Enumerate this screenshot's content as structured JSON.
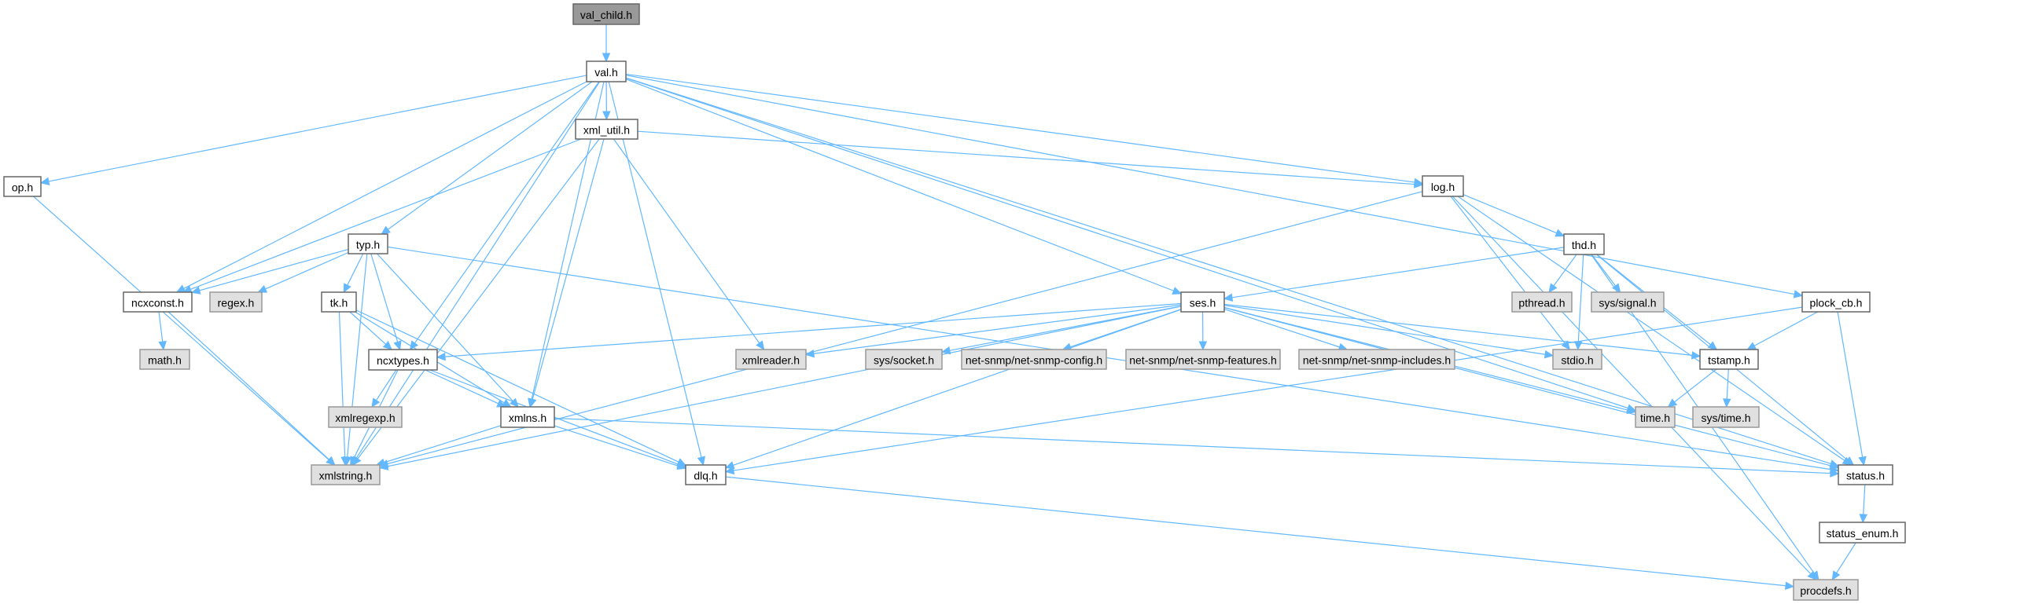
{
  "title": "val_child.h include dependency graph",
  "colors": {
    "edge": "#63b8ff",
    "root_fill": "#999999",
    "internal_fill": "#ffffff",
    "external_fill": "#e0e0e0"
  },
  "nodes": [
    {
      "id": "val_child",
      "label": "val_child.h",
      "kind": "root"
    },
    {
      "id": "val",
      "label": "val.h",
      "kind": "normal"
    },
    {
      "id": "xml_util",
      "label": "xml_util.h",
      "kind": "normal"
    },
    {
      "id": "op",
      "label": "op.h",
      "kind": "normal"
    },
    {
      "id": "log",
      "label": "log.h",
      "kind": "normal"
    },
    {
      "id": "typ",
      "label": "typ.h",
      "kind": "normal"
    },
    {
      "id": "thd",
      "label": "thd.h",
      "kind": "normal"
    },
    {
      "id": "ncxconst",
      "label": "ncxconst.h",
      "kind": "normal"
    },
    {
      "id": "regex",
      "label": "regex.h",
      "kind": "external"
    },
    {
      "id": "tk",
      "label": "tk.h",
      "kind": "normal"
    },
    {
      "id": "ses",
      "label": "ses.h",
      "kind": "normal"
    },
    {
      "id": "pthread",
      "label": "pthread.h",
      "kind": "external"
    },
    {
      "id": "syssignal",
      "label": "sys/signal.h",
      "kind": "external"
    },
    {
      "id": "plock_cb",
      "label": "plock_cb.h",
      "kind": "normal"
    },
    {
      "id": "math",
      "label": "math.h",
      "kind": "external"
    },
    {
      "id": "ncxtypes",
      "label": "ncxtypes.h",
      "kind": "normal"
    },
    {
      "id": "xmlreader",
      "label": "xmlreader.h",
      "kind": "external"
    },
    {
      "id": "syssocket",
      "label": "sys/socket.h",
      "kind": "external"
    },
    {
      "id": "nsconfig",
      "label": "net-snmp/net-snmp-config.h",
      "kind": "external"
    },
    {
      "id": "nsfeatures",
      "label": "net-snmp/net-snmp-features.h",
      "kind": "external"
    },
    {
      "id": "nsincludes",
      "label": "net-snmp/net-snmp-includes.h",
      "kind": "external"
    },
    {
      "id": "stdio",
      "label": "stdio.h",
      "kind": "external"
    },
    {
      "id": "tstamp",
      "label": "tstamp.h",
      "kind": "normal"
    },
    {
      "id": "xmlregexp",
      "label": "xmlregexp.h",
      "kind": "external"
    },
    {
      "id": "xmlns",
      "label": "xmlns.h",
      "kind": "normal"
    },
    {
      "id": "time",
      "label": "time.h",
      "kind": "external"
    },
    {
      "id": "systime",
      "label": "sys/time.h",
      "kind": "external"
    },
    {
      "id": "xmlstring",
      "label": "xmlstring.h",
      "kind": "external"
    },
    {
      "id": "dlq",
      "label": "dlq.h",
      "kind": "normal"
    },
    {
      "id": "status",
      "label": "status.h",
      "kind": "normal"
    },
    {
      "id": "status_enum",
      "label": "status_enum.h",
      "kind": "normal"
    },
    {
      "id": "procdefs",
      "label": "procdefs.h",
      "kind": "external"
    }
  ],
  "edges": [
    [
      "val_child",
      "val"
    ],
    [
      "val",
      "xml_util"
    ],
    [
      "val",
      "op"
    ],
    [
      "val",
      "log"
    ],
    [
      "val",
      "typ"
    ],
    [
      "val",
      "ncxconst"
    ],
    [
      "val",
      "ses"
    ],
    [
      "val",
      "plock_cb"
    ],
    [
      "val",
      "ncxtypes"
    ],
    [
      "val",
      "xmlns"
    ],
    [
      "val",
      "xmlstring"
    ],
    [
      "val",
      "dlq"
    ],
    [
      "val",
      "status"
    ],
    [
      "val",
      "time"
    ],
    [
      "xml_util",
      "log"
    ],
    [
      "xml_util",
      "ncxconst"
    ],
    [
      "xml_util",
      "xmlreader"
    ],
    [
      "xml_util",
      "xmlns"
    ],
    [
      "xml_util",
      "xmlstring"
    ],
    [
      "op",
      "xmlstring"
    ],
    [
      "log",
      "thd"
    ],
    [
      "log",
      "stdio"
    ],
    [
      "log",
      "status"
    ],
    [
      "log",
      "xmlstring"
    ],
    [
      "log",
      "procdefs"
    ],
    [
      "typ",
      "ncxconst"
    ],
    [
      "typ",
      "regex"
    ],
    [
      "typ",
      "tk"
    ],
    [
      "typ",
      "ncxtypes"
    ],
    [
      "typ",
      "xmlns"
    ],
    [
      "typ",
      "xmlstring"
    ],
    [
      "typ",
      "status"
    ],
    [
      "thd",
      "ses"
    ],
    [
      "thd",
      "pthread"
    ],
    [
      "thd",
      "syssignal"
    ],
    [
      "thd",
      "stdio"
    ],
    [
      "thd",
      "tstamp"
    ],
    [
      "thd",
      "status"
    ],
    [
      "thd",
      "procdefs"
    ],
    [
      "ncxconst",
      "math"
    ],
    [
      "ncxconst",
      "xmlstring"
    ],
    [
      "tk",
      "ncxtypes"
    ],
    [
      "tk",
      "xmlns"
    ],
    [
      "tk",
      "xmlstring"
    ],
    [
      "tk",
      "dlq"
    ],
    [
      "ses",
      "ncxtypes"
    ],
    [
      "ses",
      "xmlreader"
    ],
    [
      "ses",
      "syssocket"
    ],
    [
      "ses",
      "nsconfig"
    ],
    [
      "ses",
      "nsfeatures"
    ],
    [
      "ses",
      "nsincludes"
    ],
    [
      "ses",
      "stdio"
    ],
    [
      "ses",
      "tstamp"
    ],
    [
      "ses",
      "time"
    ],
    [
      "ses",
      "dlq"
    ],
    [
      "ses",
      "status"
    ],
    [
      "ses",
      "xmlstring"
    ],
    [
      "plock_cb",
      "tstamp"
    ],
    [
      "plock_cb",
      "status"
    ],
    [
      "plock_cb",
      "dlq"
    ],
    [
      "ncxtypes",
      "xmlregexp"
    ],
    [
      "ncxtypes",
      "xmlns"
    ],
    [
      "ncxtypes",
      "xmlstring"
    ],
    [
      "ncxtypes",
      "dlq"
    ],
    [
      "xmlns",
      "xmlstring"
    ],
    [
      "xmlns",
      "dlq"
    ],
    [
      "xmlns",
      "status"
    ],
    [
      "tstamp",
      "time"
    ],
    [
      "tstamp",
      "systime"
    ],
    [
      "dlq",
      "procdefs"
    ],
    [
      "status",
      "status_enum"
    ],
    [
      "status_enum",
      "procdefs"
    ]
  ]
}
